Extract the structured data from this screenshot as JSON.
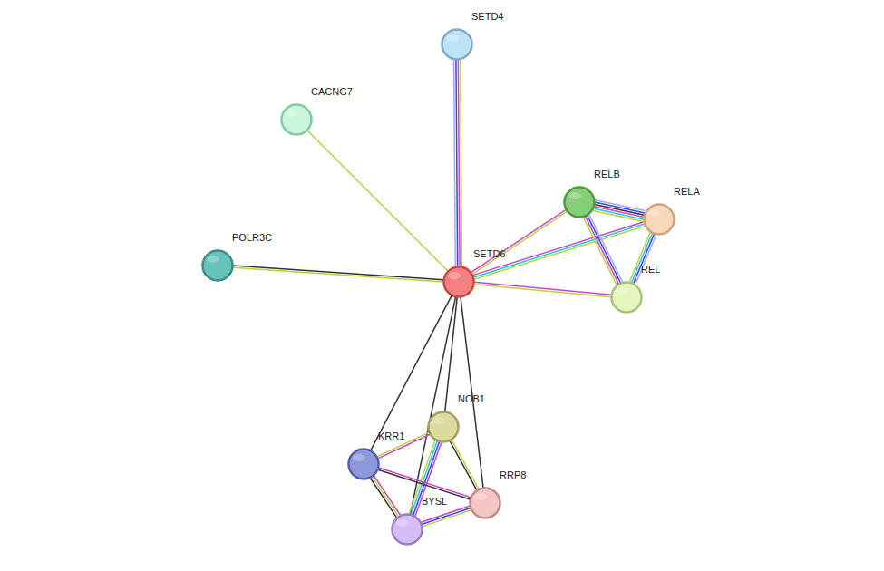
{
  "diagram": {
    "nodes": [
      {
        "text": [
          "SETD4"
        ]
      },
      {
        "text": [
          "CACNG7"
        ]
      },
      {
        "text": [
          "RELB"
        ]
      },
      {
        "text": [
          "RELA"
        ]
      },
      {
        "text": [
          "POLR3C"
        ]
      },
      {
        "text": [
          "SETD6"
        ]
      },
      {
        "text": [
          "REL"
        ]
      },
      {
        "text": [
          "NOB1"
        ]
      },
      {
        "text": [
          "KRR1"
        ]
      },
      {
        "text": [
          "RRP8"
        ]
      },
      {
        "text": [
          "BYSL"
        ]
      }
    ],
    "edges": [
      {
        "from": 5,
        "to": 0,
        "arrow": "none"
      },
      {
        "from": 5,
        "to": 1,
        "arrow": "none"
      },
      {
        "from": 5,
        "to": 4,
        "arrow": "none"
      },
      {
        "from": 5,
        "to": 2,
        "arrow": "none"
      },
      {
        "from": 5,
        "to": 3,
        "arrow": "none"
      },
      {
        "from": 5,
        "to": 6,
        "arrow": "none"
      },
      {
        "from": 2,
        "to": 3,
        "arrow": "none"
      },
      {
        "from": 2,
        "to": 6,
        "arrow": "none"
      },
      {
        "from": 3,
        "to": 6,
        "arrow": "none"
      },
      {
        "from": 5,
        "to": 7,
        "arrow": "none"
      },
      {
        "from": 5,
        "to": 8,
        "arrow": "none"
      },
      {
        "from": 5,
        "to": 9,
        "arrow": "none"
      },
      {
        "from": 5,
        "to": 10,
        "arrow": "none"
      },
      {
        "from": 7,
        "to": 8,
        "arrow": "none"
      },
      {
        "from": 7,
        "to": 10,
        "arrow": "none"
      },
      {
        "from": 7,
        "to": 9,
        "arrow": "none"
      },
      {
        "from": 8,
        "to": 10,
        "arrow": "none"
      },
      {
        "from": 8,
        "to": 9,
        "arrow": "none"
      },
      {
        "from": 10,
        "to": 9,
        "arrow": "none"
      }
    ]
  }
}
